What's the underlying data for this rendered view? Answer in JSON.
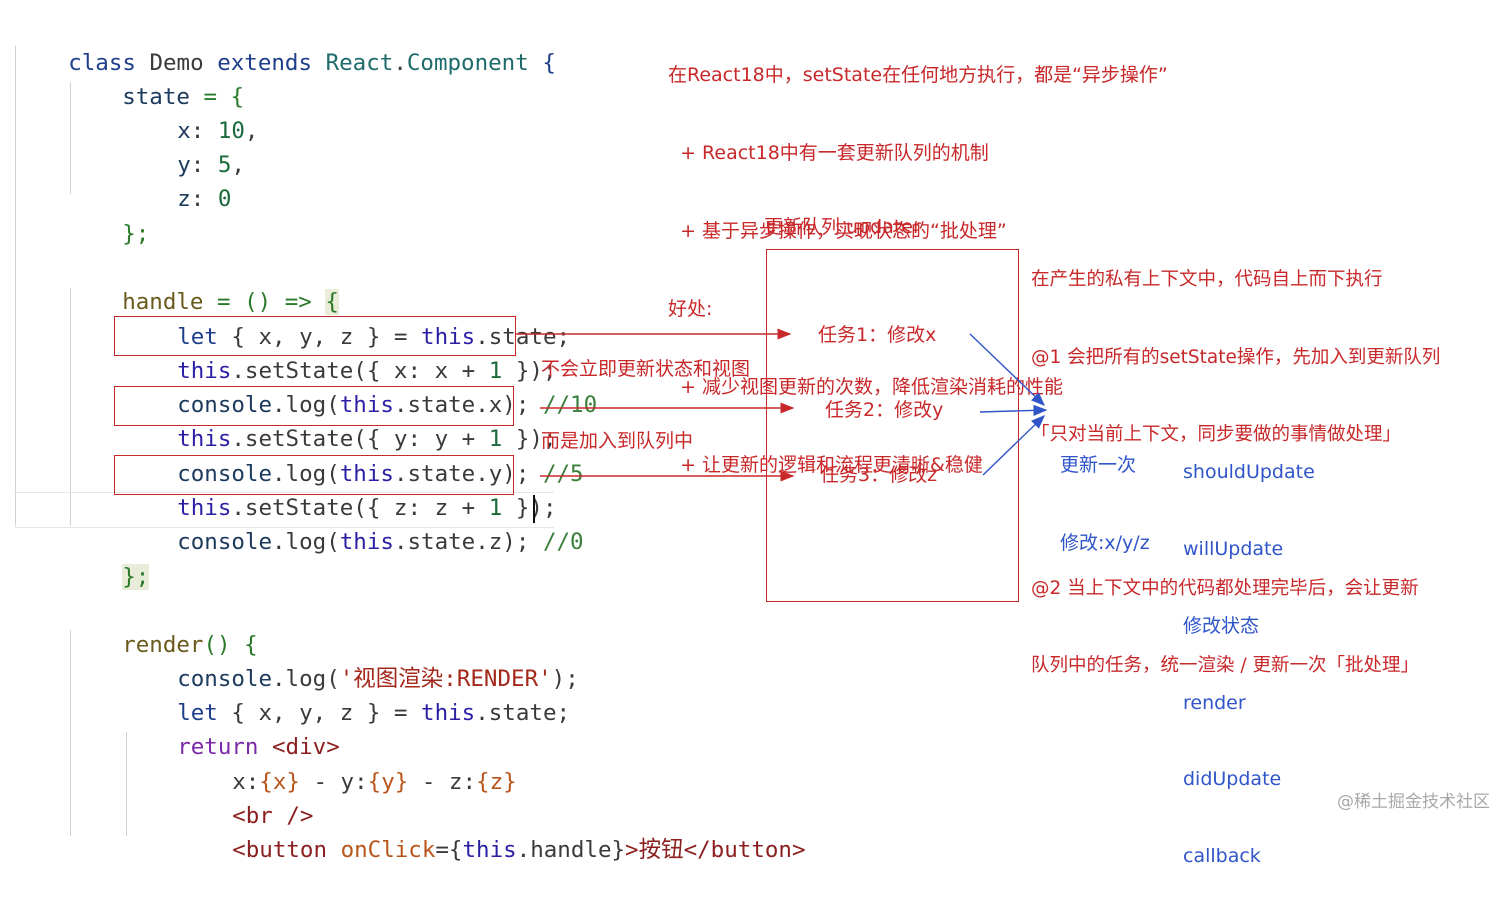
{
  "code": {
    "l1": {
      "a": "class",
      "b": " Demo ",
      "c": "extends",
      "d": " React",
      "e": ".",
      "f": "Component",
      "g": " {"
    },
    "l2": {
      "a": "state",
      "b": " = {"
    },
    "l3": {
      "a": "x",
      "b": ": ",
      "c": "10",
      "d": ","
    },
    "l4": {
      "a": "y",
      "b": ": ",
      "c": "5",
      "d": ","
    },
    "l5": {
      "a": "z",
      "b": ": ",
      "c": "0"
    },
    "l6": {
      "a": "};"
    },
    "l7": {
      "a": "handle",
      "b": " = () => ",
      "c": "{"
    },
    "l8": {
      "a": "let",
      "b": " { x, y, z } = ",
      "c": "this",
      "d": ".state;"
    },
    "l9": {
      "a": "this",
      "b": ".setState({ x: x + ",
      "c": "1",
      "d": " });"
    },
    "l10": {
      "a": "console",
      "b": ".log(",
      "c": "this",
      "d": ".state.x); ",
      "e": "//10"
    },
    "l11": {
      "a": "this",
      "b": ".setState({ y: y + ",
      "c": "1",
      "d": " });"
    },
    "l12": {
      "a": "console",
      "b": ".log(",
      "c": "this",
      "d": ".state.y); ",
      "e": "//5"
    },
    "l13": {
      "a": "this",
      "b": ".setState({ z: z + ",
      "c": "1",
      "d": " });"
    },
    "l14": {
      "a": "console",
      "b": ".log(",
      "c": "this",
      "d": ".state.z); ",
      "e": "//0"
    },
    "l15": {
      "a": "};"
    },
    "l16": {
      "a": "render",
      "b": "() {"
    },
    "l17": {
      "a": "console",
      "b": ".log(",
      "c": "'视图渲染:RENDER'",
      "d": ");"
    },
    "l18": {
      "a": "let",
      "b": " { x, y, z } = ",
      "c": "this",
      "d": ".state;"
    },
    "l19": {
      "a": "return",
      "b": " <div>"
    },
    "l20": {
      "a": "x:",
      "b": "{x}",
      "c": " - y:",
      "d": "{y}",
      "e": " - z:",
      "f": "{z}"
    },
    "l21": {
      "a": "<br />"
    },
    "l22": {
      "a": "<button ",
      "b": "onClick",
      "c": "={",
      "d": "this",
      "e": ".handle}",
      "f": ">按钮</button>"
    }
  },
  "notes": {
    "top": [
      "在React18中，setState在任何地方执行，都是“异步操作”",
      "  + React18中有一套更新队列的机制",
      "  + 基于异步操作，实现状态的“批处理”",
      "好处:",
      "  + 减少视图更新的次数，降低渲染消耗的性能",
      "  + 让更新的逻辑和流程更清晰&稳健"
    ],
    "queue_title": "更新队列 updater",
    "arrow_label": [
      "不会立即更新状态和视图",
      "而是加入到队列中"
    ],
    "tasks": [
      "任务1：修改x",
      "任务2：修改y",
      "任务3：修改z"
    ],
    "update_once": [
      "更新一次",
      "修改:x/y/z"
    ],
    "lifecycle": [
      "shouldUpdate",
      "willUpdate",
      "修改状态",
      "render",
      "didUpdate",
      "callback"
    ],
    "right": [
      "在产生的私有上下文中，代码自上而下执行",
      "@1 会把所有的setState操作，先加入到更新队列",
      "「只对当前上下文，同步要做的事情做处理」",
      "",
      "@2 当上下文中的代码都处理完毕后，会让更新",
      "队列中的任务，统一渲染 / 更新一次「批处理」"
    ]
  },
  "watermark": "@稀土掘金技术社区",
  "colors": {
    "red": "#c8282a",
    "blue": "#2f55c8"
  }
}
